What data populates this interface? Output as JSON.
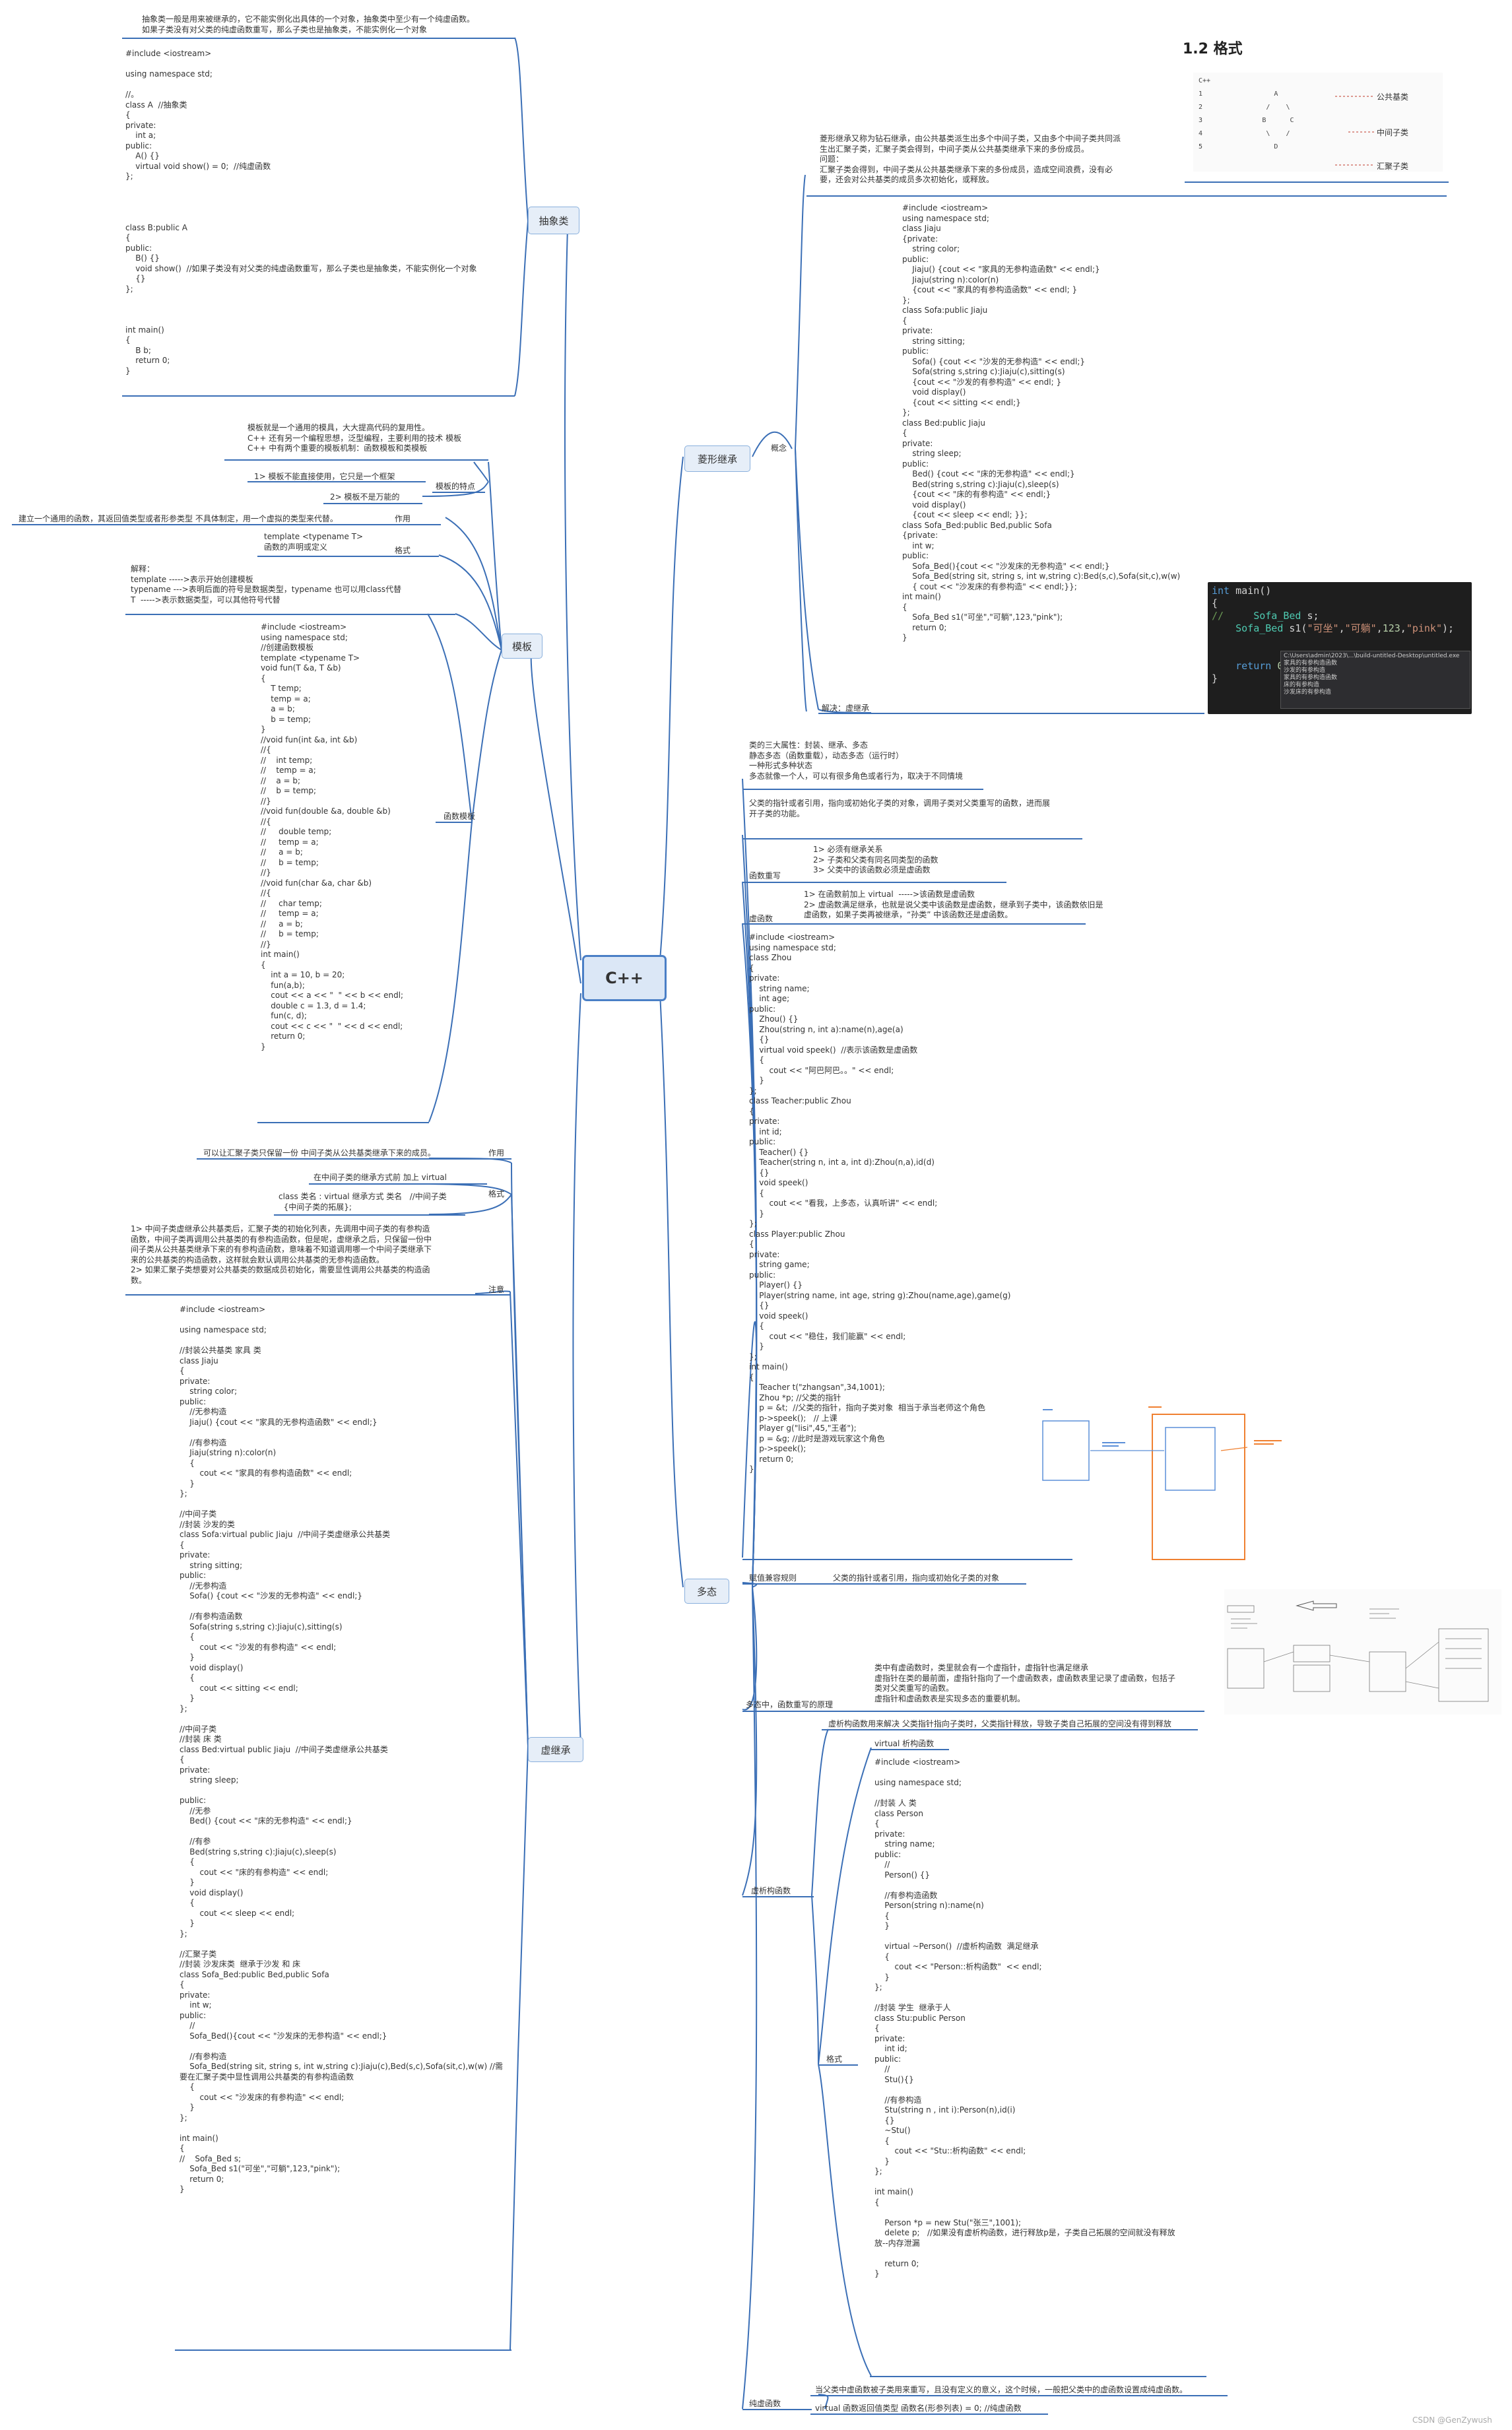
{
  "center": {
    "label": "C++"
  },
  "branches": {
    "abstract": "抽象类",
    "template": "模板",
    "virtual_inherit": "虚继承",
    "diamond": "菱形继承",
    "poly": "多态"
  },
  "abstract": {
    "desc": "抽象类一般是用来被继承的，它不能实例化出具体的一个对象，抽象类中至少有一个纯虚函数。\n如果子类没有对父类的纯虚函数重写，那么子类也是抽象类，不能实例化一个对象",
    "code": "#include <iostream>\n\nusing namespace std;\n\n//。\nclass A  //抽象类\n{\nprivate:\n    int a;\npublic:\n    A() {}\n    virtual void show() = 0;  //纯虚函数\n};\n\n\n\n\nclass B:public A\n{\npublic:\n    B() {}\n    void show()  //如果子类没有对父类的纯虚函数重写，那么子类也是抽象类，不能实例化一个对象\n    {}\n};\n\n\n\nint main()\n{\n    B b;\n    return 0;\n}"
  },
  "template": {
    "desc": "模板就是一个通用的模具，大大提高代码的复用性。\nC++ 还有另一个编程思想，泛型编程，主要利用的技术 模板\nC++ 中有两个重要的模板机制：函数模板和类模板",
    "traits_label": "模板的特点",
    "trait1": "1> 模板不能直接使用，它只是一个框架",
    "trait2": "2> 模板不是万能的",
    "role_label": "作用",
    "role": "建立一个通用的函数，其返回值类型或者形参类型 不具体制定，用一个虚拟的类型来代替。",
    "format_label": "格式",
    "format": "template <typename T>\n函数的声明或定义",
    "explain": "解释：\ntemplate ----->表示开始创建模板\ntypename --->表明后面的符号是数据类型，typename 也可以用class代替\nT  ----->表示数据类型，可以其他符号代替",
    "func_label": "函数模板",
    "code": "#include <iostream>\nusing namespace std;\n//创建函数模板\ntemplate <typename T>\nvoid fun(T &a, T &b)\n{\n    T temp;\n    temp = a;\n    a = b;\n    b = temp;\n}\n//void fun(int &a, int &b)\n//{\n//    int temp;\n//    temp = a;\n//    a = b;\n//    b = temp;\n//}\n//void fun(double &a, double &b)\n//{\n//     double temp;\n//     temp = a;\n//     a = b;\n//     b = temp;\n//}\n//void fun(char &a, char &b)\n//{\n//     char temp;\n//     temp = a;\n//     a = b;\n//     b = temp;\n//}\nint main()\n{\n    int a = 10, b = 20;\n    fun(a,b);\n    cout << a << \"  \" << b << endl;\n    double c = 1.3, d = 1.4;\n    fun(c, d);\n    cout << c << \"  \" << d << endl;\n    return 0;\n}"
  },
  "vinherit": {
    "role_label": "作用",
    "role": "可以让汇聚子类只保留一份 中间子类从公共基类继承下来的成员。",
    "format_label": "格式",
    "format1": "在中间子类的继承方式前 加上 virtual",
    "format2": "class 类名 : virtual 继承方式 类名   //中间子类\n  {中间子类的拓展};",
    "note_label": "注意",
    "note": "1> 中间子类虚继承公共基类后，汇聚子类的初始化列表，先调用中间子类的有参构造\n函数，中间子类再调用公共基类的有参构造函数，但是呢，虚继承之后，只保留一份中\n间子类从公共基类继承下来的有参构造函数，意味着不知道调用哪一个中间子类继承下\n来的公共基类的构造函数，这样就会默认调用公共基类的无参构造函数。\n2> 如果汇聚子类想要对公共基类的数据成员初始化，需要显性调用公共基类的构造函\n数。",
    "code": "#include <iostream>\n\nusing namespace std;\n\n//封装公共基类 家具 类\nclass Jiaju\n{\nprivate:\n    string color;\npublic:\n    //无参构造\n    Jiaju() {cout << \"家具的无参构造函数\" << endl;}\n\n    //有参构造\n    Jiaju(string n):color(n)\n    {\n        cout << \"家具的有参构造函数\" << endl;\n    }\n};\n\n//中间子类\n//封装 沙发的类\nclass Sofa:virtual public Jiaju  //中间子类虚继承公共基类\n{\nprivate:\n    string sitting;\npublic:\n    //无参构造\n    Sofa() {cout << \"沙发的无参构造\" << endl;}\n\n    //有参构造函数\n    Sofa(string s,string c):Jiaju(c),sitting(s)\n    {\n        cout << \"沙发的有参构造\" << endl;\n    }\n    void display()\n    {\n        cout << sitting << endl;\n    }\n};\n\n//中间子类\n//封装 床 类\nclass Bed:virtual public Jiaju  //中间子类虚继承公共基类\n{\nprivate:\n    string sleep;\n\npublic:\n    //无参\n    Bed() {cout << \"床的无参构造\" << endl;}\n\n    //有参\n    Bed(string s,string c):Jiaju(c),sleep(s)\n    {\n        cout << \"床的有参构造\" << endl;\n    }\n    void display()\n    {\n        cout << sleep << endl;\n    }\n};\n\n//汇聚子类\n//封装 沙发床类  继承于沙发 和 床\nclass Sofa_Bed:public Bed,public Sofa\n{\nprivate:\n    int w;\npublic:\n    //\n    Sofa_Bed(){cout << \"沙发床的无参构造\" << endl;}\n\n    //有参构造\n    Sofa_Bed(string sit, string s, int w,string c):Jiaju(c),Bed(s,c),Sofa(sit,c),w(w) //需\n要在汇聚子类中显性调用公共基类的有参构造函数\n    {\n        cout << \"沙发床的有参构造\" << endl;\n    }\n};\n\nint main()\n{\n//    Sofa_Bed s;\n    Sofa_Bed s1(\"可坐\",\"可躺\",123,\"pink\");\n    return 0;\n}"
  },
  "diamond": {
    "concept_label": "概念",
    "solution_label": "解决：虚继承",
    "desc": "菱形继承又称为钻石继承，由公共基类派生出多个中间子类，又由多个中间子类共同派\n生出汇聚子类，汇聚子类会得到，中间子类从公共基类继承下来的多份成员。\n问题：\n汇聚子类会得到，中间子类从公共基类继承下来的多份成员，造成空间浪费，没有必\n要，还会对公共基类的成员多次初始化，或释放。",
    "code": "#include <iostream>\nusing namespace std;\nclass Jiaju\n{private:\n    string color;\npublic:\n    Jiaju() {cout << \"家具的无参构造函数\" << endl;}\n    Jiaju(string n):color(n)\n    {cout << \"家具的有参构造函数\" << endl; }\n};\nclass Sofa:public Jiaju\n{\nprivate:\n    string sitting;\npublic:\n    Sofa() {cout << \"沙发的无参构造\" << endl;}\n    Sofa(string s,string c):Jiaju(c),sitting(s)\n    {cout << \"沙发的有参构造\" << endl; }\n    void display()\n    {cout << sitting << endl;}\n};\nclass Bed:public Jiaju\n{\nprivate:\n    string sleep;\npublic:\n    Bed() {cout << \"床的无参构造\" << endl;}\n    Bed(string s,string c):Jiaju(c),sleep(s)\n    {cout << \"床的有参构造\" << endl;}\n    void display()\n    {cout << sleep << endl; }};\nclass Sofa_Bed:public Bed,public Sofa\n{private:\n    int w;\npublic:\n    Sofa_Bed(){cout << \"沙发床的无参构造\" << endl;}\n    Sofa_Bed(string sit, string s, int w,string c):Bed(s,c),Sofa(sit,c),w(w)\n    { cout << \"沙发床的有参构造\" << endl;}};\nint main()\n{\n    Sofa_Bed s1(\"可坐\",\"可躺\",123,\"pink\");\n    return 0;\n}",
    "format_title": "1.2 格式",
    "fmt_diagram": "C++\n1                  A\n2                /    \\\n3               B      C\n4                \\    /\n5                  D",
    "fmt_labels": [
      "公共基类",
      "中间子类",
      "汇聚子类"
    ],
    "tooltip": "C:\\Users\\admin\\2023\\...\\build-untitled-Desktop\\untitled.exe\n家具的有参构造函数\n沙发的有参构造\n家具的有参构造函数\n床的有参构造\n沙发床的有参构造"
  },
  "poly": {
    "intro": "类的三大属性：封装、继承、多态\n静态多态（函数重载），动态多态（运行时）\n一种形式多种状态\n多态就像一个人，可以有很多角色或者行为，取决于不同情境",
    "ptr": "父类的指针或者引用，指向或初始化子类的对象，调用子类对父类重写的函数，进而展\n开子类的功能。",
    "override_label": "函数重写",
    "override": "1> 必须有继承关系\n2> 子类和父类有同名同类型的函数\n3> 父类中的该函数必须是虚函数",
    "virtual_label": "虚函数",
    "virtual": "1> 在函数前加上 virtual  ----->该函数是虚函数\n2> 虚函数满足继承，也就是说父类中该函数是虚函数，继承到子类中，该函数依旧是\n虚函数，如果子类再被继承，“孙类” 中该函数还是虚函数。",
    "code": "#include <iostream>\nusing namespace std;\nclass Zhou\n{\nprivate:\n    string name;\n    int age;\npublic:\n    Zhou() {}\n    Zhou(string n, int a):name(n),age(a)\n    {}\n    virtual void speek()  //表示该函数是虚函数\n    {\n        cout << \"阿巴阿巴。。\" << endl;\n    }\n};\nclass Teacher:public Zhou\n{\nprivate:\n    int id;\npublic:\n    Teacher() {}\n    Teacher(string n, int a, int d):Zhou(n,a),id(d)\n    {}\n    void speek()\n    {\n        cout << \"看我，上多态，认真听讲\" << endl;\n    }\n};\nclass Player:public Zhou\n{\nprivate:\n    string game;\npublic:\n    Player() {}\n    Player(string name, int age, string g):Zhou(name,age),game(g)\n    {}\n    void speek()\n    {\n        cout << \"稳住，我们能赢\" << endl;\n    }\n};\nint main()\n{\n    Teacher t(\"zhangsan\",34,1001);\n    Zhou *p; //父类的指针\n    p = &t;  //父类的指针，指向子类对象  相当于承当老师这个角色\n    p->speek();   // 上课\n    Player g(\"lisi\",45,\"王者\");\n    p = &g; //此时是游戏玩家这个角色\n    p->speek();\n    return 0;\n}",
    "reassign_label": "赋值兼容规则",
    "reassign": "父类的指针或者引用，指向或初始化子类的对象",
    "principle_label": "多态中，函数重写的原理",
    "principle": "类中有虚函数时，类里就会有一个虚指针，虚指针也满足继承\n虚指针在类的最前面，虚指针指向了一个虚函数表，虚函数表里记录了虚函数，包括子\n类对父类重写的函数。\n虚指针和虚函数表是实现多态的重要机制。",
    "vdtor_label": "虚析构函数",
    "vdtor_desc": "虚析构函数用来解决 父类指针指向子类时，父类指针释放，导致子类自己拓展的空间没有得到释放",
    "vdtor_title": "virtual 析构函数",
    "vdtor_format_label": "格式",
    "vdtor_code": "#include <iostream>\n\nusing namespace std;\n\n//封装 人 类\nclass Person\n{\nprivate:\n    string name;\npublic:\n    //\n    Person() {}\n\n    //有参构造函数\n    Person(string n):name(n)\n    {\n    }\n\n    virtual ~Person()  //虚析构函数  满足继承\n    {\n        cout << \"Person::析构函数\"  << endl;\n    }\n};\n\n//封装 学生  继承于人\nclass Stu:public Person\n{\nprivate:\n    int id;\npublic:\n    //\n    Stu(){}\n\n    //有参构造\n    Stu(string n , int i):Person(n),id(i)\n    {}\n    ~Stu()\n    {\n        cout << \"Stu::析构函数\" << endl;\n    }\n};\n\nint main()\n{\n\n    Person *p = new Stu(\"张三\",1001);\n    delete p;   //如果没有虚析构函数，进行释放p是，子类自己拓展的空间就没有释放\n放--内存泄漏\n\n    return 0;\n}",
    "pure_label": "纯虚函数",
    "pure_desc": "当父类中虚函数被子类用来重写，且没有定义的意义，这个时候，一般把父类中的虚函数设置成纯虚函数。",
    "pure_format": "virtual 函数返回值类型 函数名(形参列表) = 0; //纯虚函数"
  },
  "watermark": "CSDN @GenZywush",
  "colors": {
    "line": "#3b6fb6",
    "node_fill": "#e6eef8",
    "center_border": "#4a7fc6"
  }
}
